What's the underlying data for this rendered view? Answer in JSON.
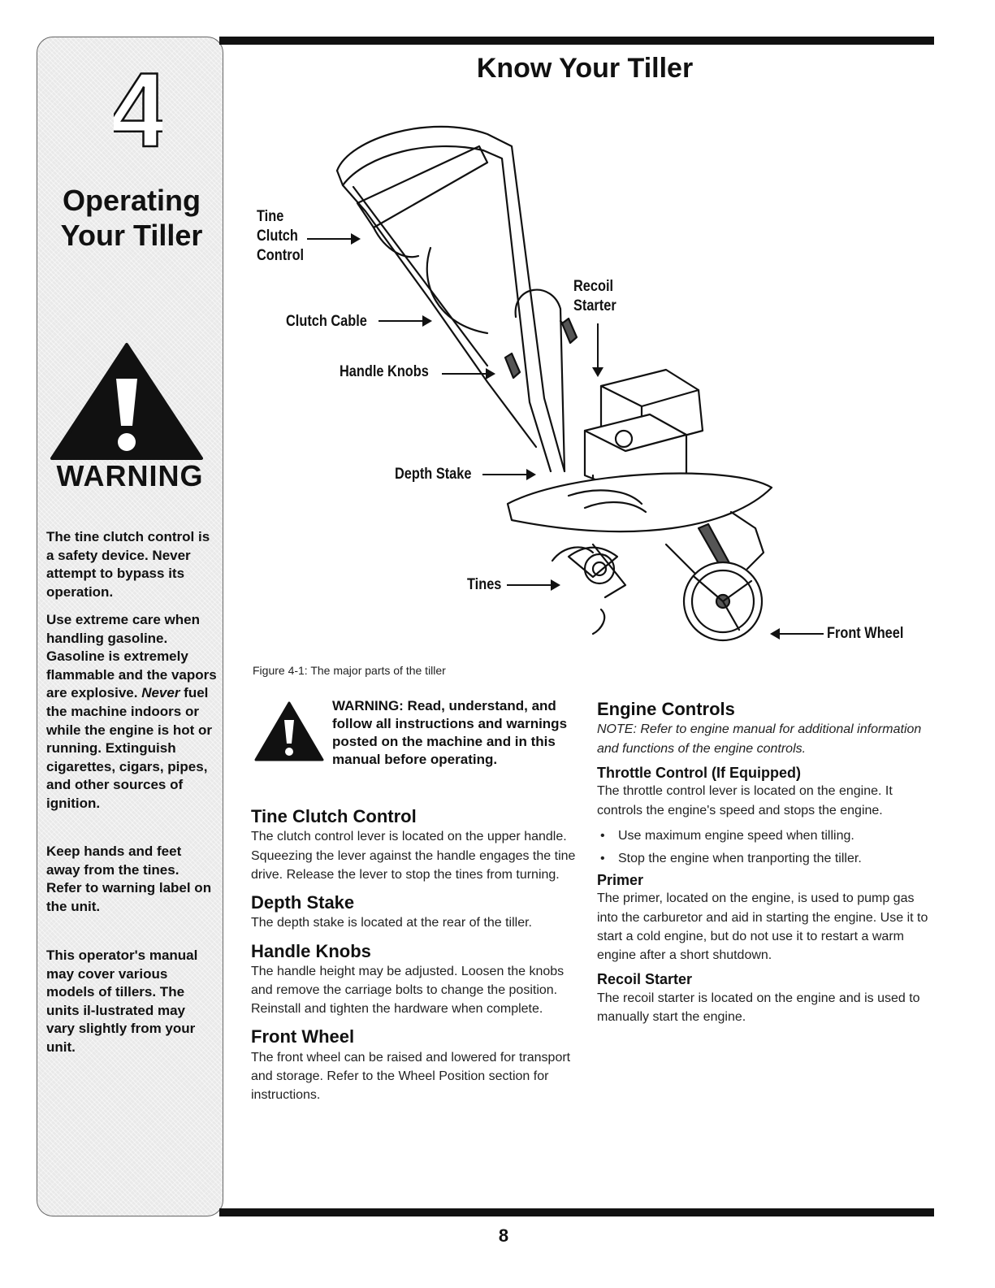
{
  "sidebar": {
    "chapter_number": "4",
    "title_line1": "Operating",
    "title_line2": "Your Tiller",
    "warning_word": "WARNING",
    "para1": "The tine clutch control is a safety device. Never attempt to bypass its operation.",
    "para2_a": "Use extreme care when handling gasoline. Gasoline is extremely flammable and the vapors are explosive. ",
    "para2_em": "Never",
    "para2_b": " fuel the machine indoors or while the engine is hot or running. Extinguish cigarettes, cigars, pipes, and other sources of ignition.",
    "para3": "Keep hands and feet away from the tines. Refer to warning label on the unit.",
    "para4": "This operator's manual may cover various models of tillers. The units il-lustrated may vary slightly from your unit."
  },
  "page": {
    "title": "Know Your Tiller",
    "number": "8"
  },
  "figure": {
    "callouts": {
      "tine_clutch_1": "Tine",
      "tine_clutch_2": "Clutch",
      "tine_clutch_3": "Control",
      "clutch_cable": "Clutch Cable",
      "handle_knobs": "Handle Knobs",
      "recoil_1": "Recoil",
      "recoil_2": "Starter",
      "depth_stake": "Depth Stake",
      "tines": "Tines",
      "front_wheel": "Front Wheel"
    },
    "caption": "Figure 4-1: The major parts of the tiller"
  },
  "warning_box": "WARNING: Read, understand, and follow all instructions and warnings posted on the machine and in this manual before operating.",
  "left_col": {
    "tine_clutch": {
      "heading": "Tine Clutch Control",
      "body": "The clutch control lever is located on the upper handle. Squeezing the lever against the handle engages the tine drive. Release the lever to stop the tines from turning."
    },
    "depth_stake": {
      "heading": "Depth Stake",
      "body": "The depth stake is located at the rear of the tiller."
    },
    "handle_knobs": {
      "heading": "Handle Knobs",
      "body": "The handle height may be adjusted. Loosen the knobs and remove the carriage bolts to change the position. Reinstall and tighten the hardware when complete."
    },
    "front_wheel": {
      "heading": "Front Wheel",
      "body": "The front wheel can be raised and lowered for transport and storage. Refer to the Wheel Position section for instructions."
    }
  },
  "right_col": {
    "engine_controls": {
      "heading": "Engine Controls",
      "note": "NOTE: Refer to engine manual for additional information and functions of the engine controls."
    },
    "throttle": {
      "heading": "Throttle Control (If Equipped)",
      "body": "The throttle control lever is located on the engine. It controls the engine's speed and stops the engine.",
      "bullets": [
        "Use maximum engine speed when tilling.",
        "Stop the engine when tranporting the tiller."
      ]
    },
    "primer": {
      "heading": "Primer",
      "body": "The primer, located on the engine, is used to pump gas into the carburetor and aid in starting the engine. Use it to start a cold engine, but do not use it to restart a warm engine after a short shutdown."
    },
    "recoil": {
      "heading": "Recoil Starter",
      "body": "The recoil starter is located on the engine and is used to manually start the engine."
    }
  }
}
